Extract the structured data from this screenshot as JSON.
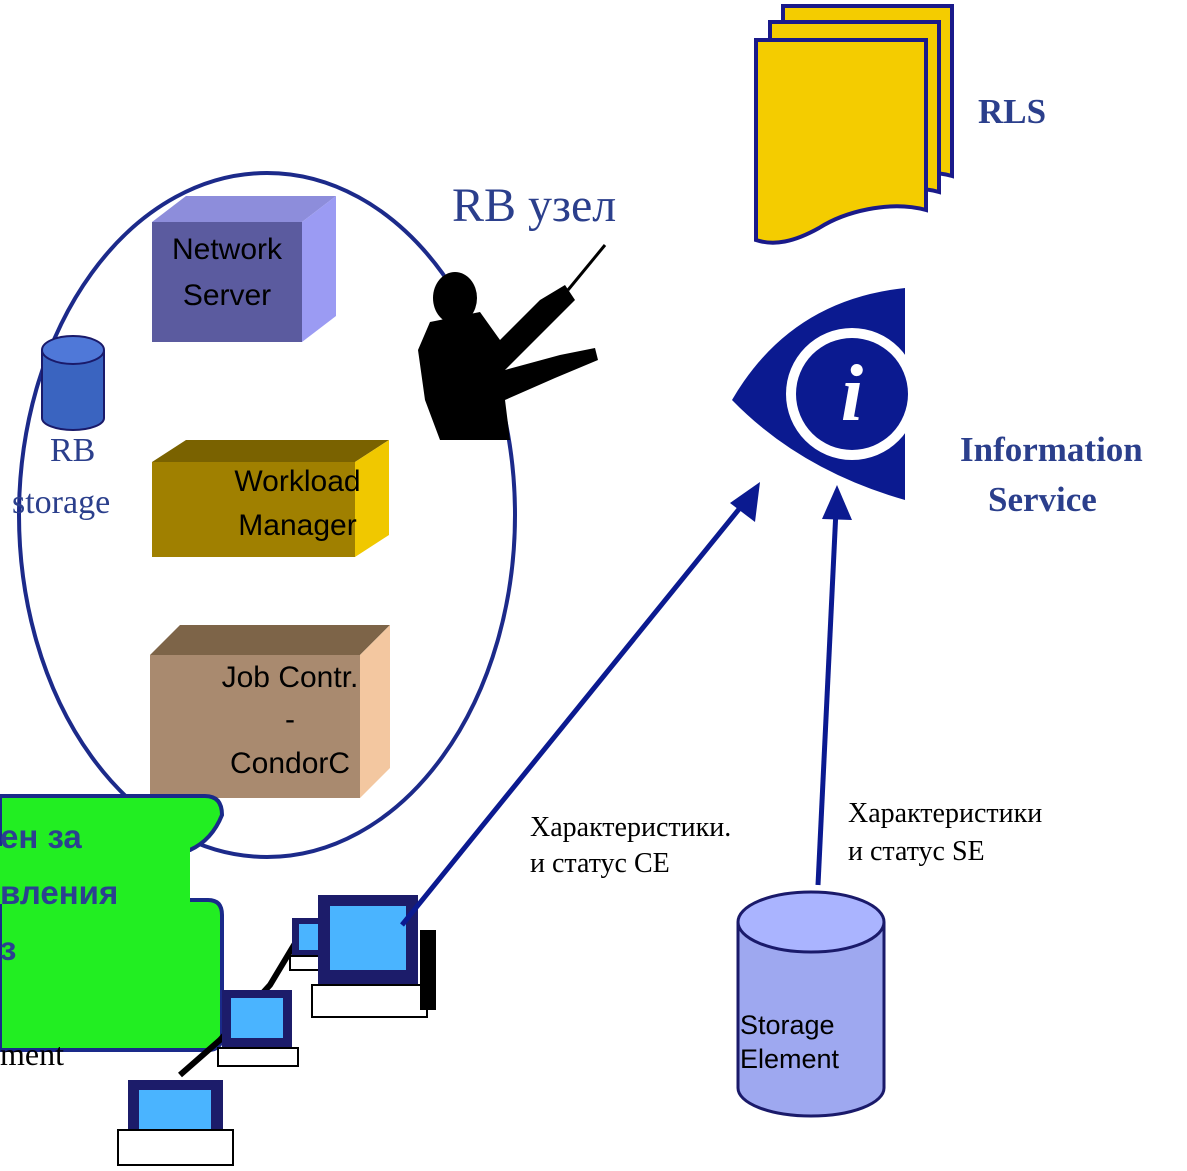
{
  "labels": {
    "rb_node": "RB узел",
    "rls": "RLS",
    "info_service_line1": "Information",
    "info_service_line2": "Service",
    "rb_storage_line1": "RB",
    "rb_storage_line2": "storage",
    "network_server_line1": "Network",
    "network_server_line2": "Server",
    "workload_manager_line1": "Workload",
    "workload_manager_line2": "Manager",
    "job_contr_line1": "Job Contr.",
    "job_contr_line2": "-",
    "job_contr_line3": "CondorC",
    "ce_status_line1": "Характеристики.",
    "ce_status_line2": "и статус CE",
    "se_status_line1": "Характеристики",
    "se_status_line2": "и статус SE",
    "storage_element_line1": "Storage",
    "storage_element_line2": "Element",
    "computing_element_fragment": "ment",
    "callout_line1": "ен за",
    "callout_line2": "вления",
    "callout_line3": "з"
  },
  "colors": {
    "ellipse_stroke": "#1c2a8a",
    "network_server": "#5b5b9f",
    "workload_manager": "#a08000",
    "job_controller": "#a98a6f",
    "rls_doc": "#f4cc00",
    "info_eye": "#0b1a90",
    "callout": "#22ee22",
    "storage_cylinder": "#9ea8f0",
    "rb_storage_cylinder": "#3a64c0",
    "arrow": "#0b1a90"
  },
  "icons": {
    "conductor": "conductor-icon",
    "info": "info-icon",
    "documents": "documents-icon",
    "computers": "computer-network-icon"
  }
}
